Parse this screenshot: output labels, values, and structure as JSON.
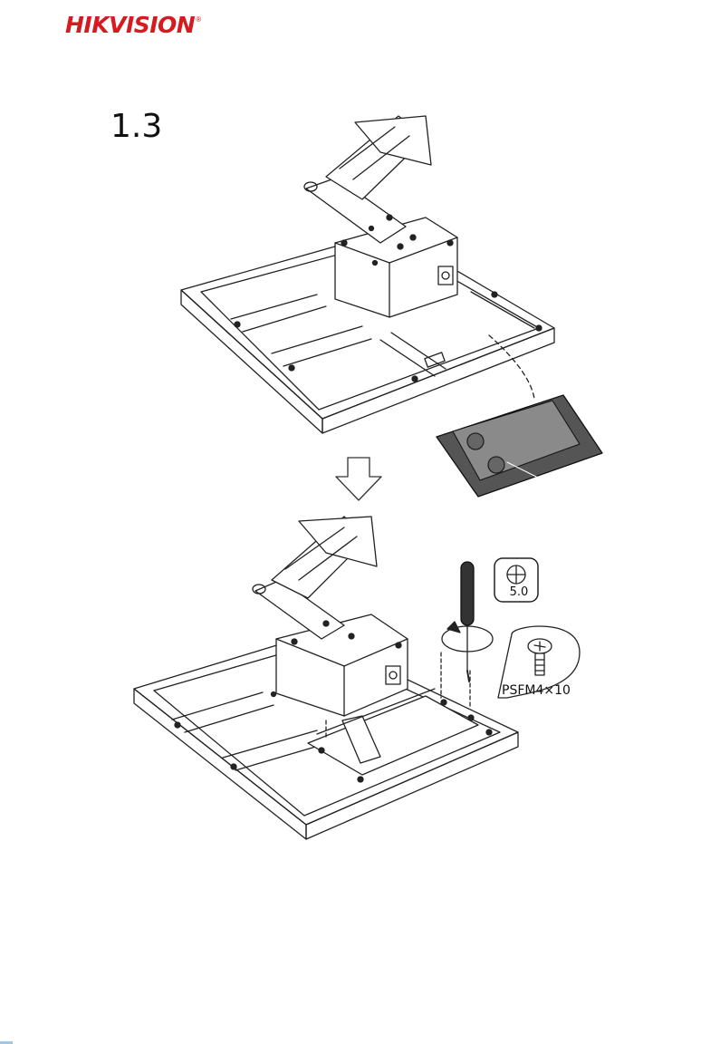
{
  "brand": {
    "name": "HIKVISION",
    "trademark": "®",
    "color": "#d71920"
  },
  "step": {
    "number": "1.3"
  },
  "tool": {
    "bit_size": "5.0",
    "icon": "phillips-bit-icon"
  },
  "screw": {
    "label": "PSFM4×10",
    "icon": "screw-icon"
  },
  "icons": [
    "step-down-arrow-icon",
    "rotate-clockwise-icon",
    "screwdriver-icon"
  ]
}
